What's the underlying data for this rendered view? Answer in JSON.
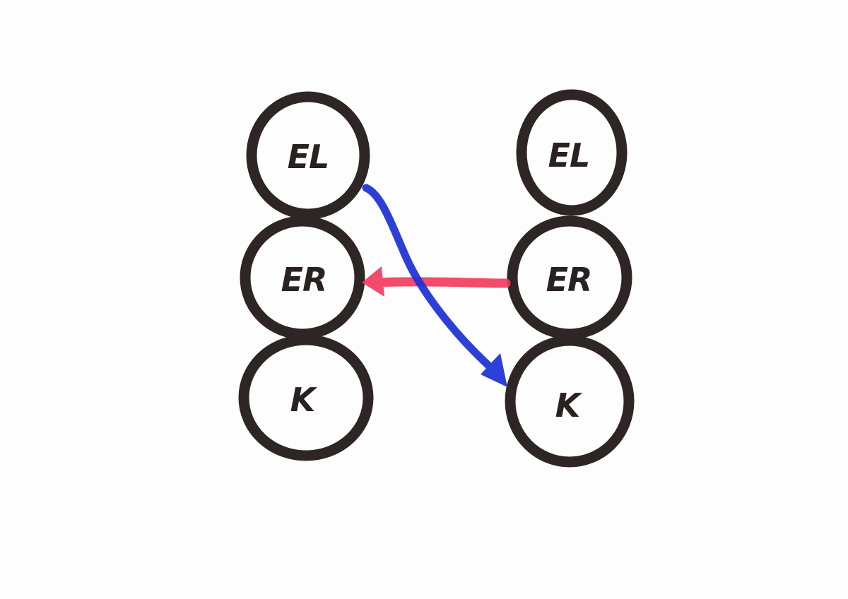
{
  "diagram": {
    "colors": {
      "background": "#fdfdfd",
      "node_outline": "#2e2624",
      "node_text": "#2a2220",
      "arrow_el_to_k": "#1c2fd6",
      "arrow_er_to_er": "#f2385a"
    },
    "left_column": {
      "nodes": [
        {
          "id": "left-el",
          "label": "EL"
        },
        {
          "id": "left-er",
          "label": "ER"
        },
        {
          "id": "left-k",
          "label": "K"
        }
      ]
    },
    "right_column": {
      "nodes": [
        {
          "id": "right-el",
          "label": "EL"
        },
        {
          "id": "right-er",
          "label": "ER"
        },
        {
          "id": "right-k",
          "label": "K"
        }
      ]
    },
    "edges": [
      {
        "from": "left-el",
        "to": "right-k",
        "color": "blue"
      },
      {
        "from": "right-er",
        "to": "left-er",
        "color": "red"
      }
    ]
  }
}
